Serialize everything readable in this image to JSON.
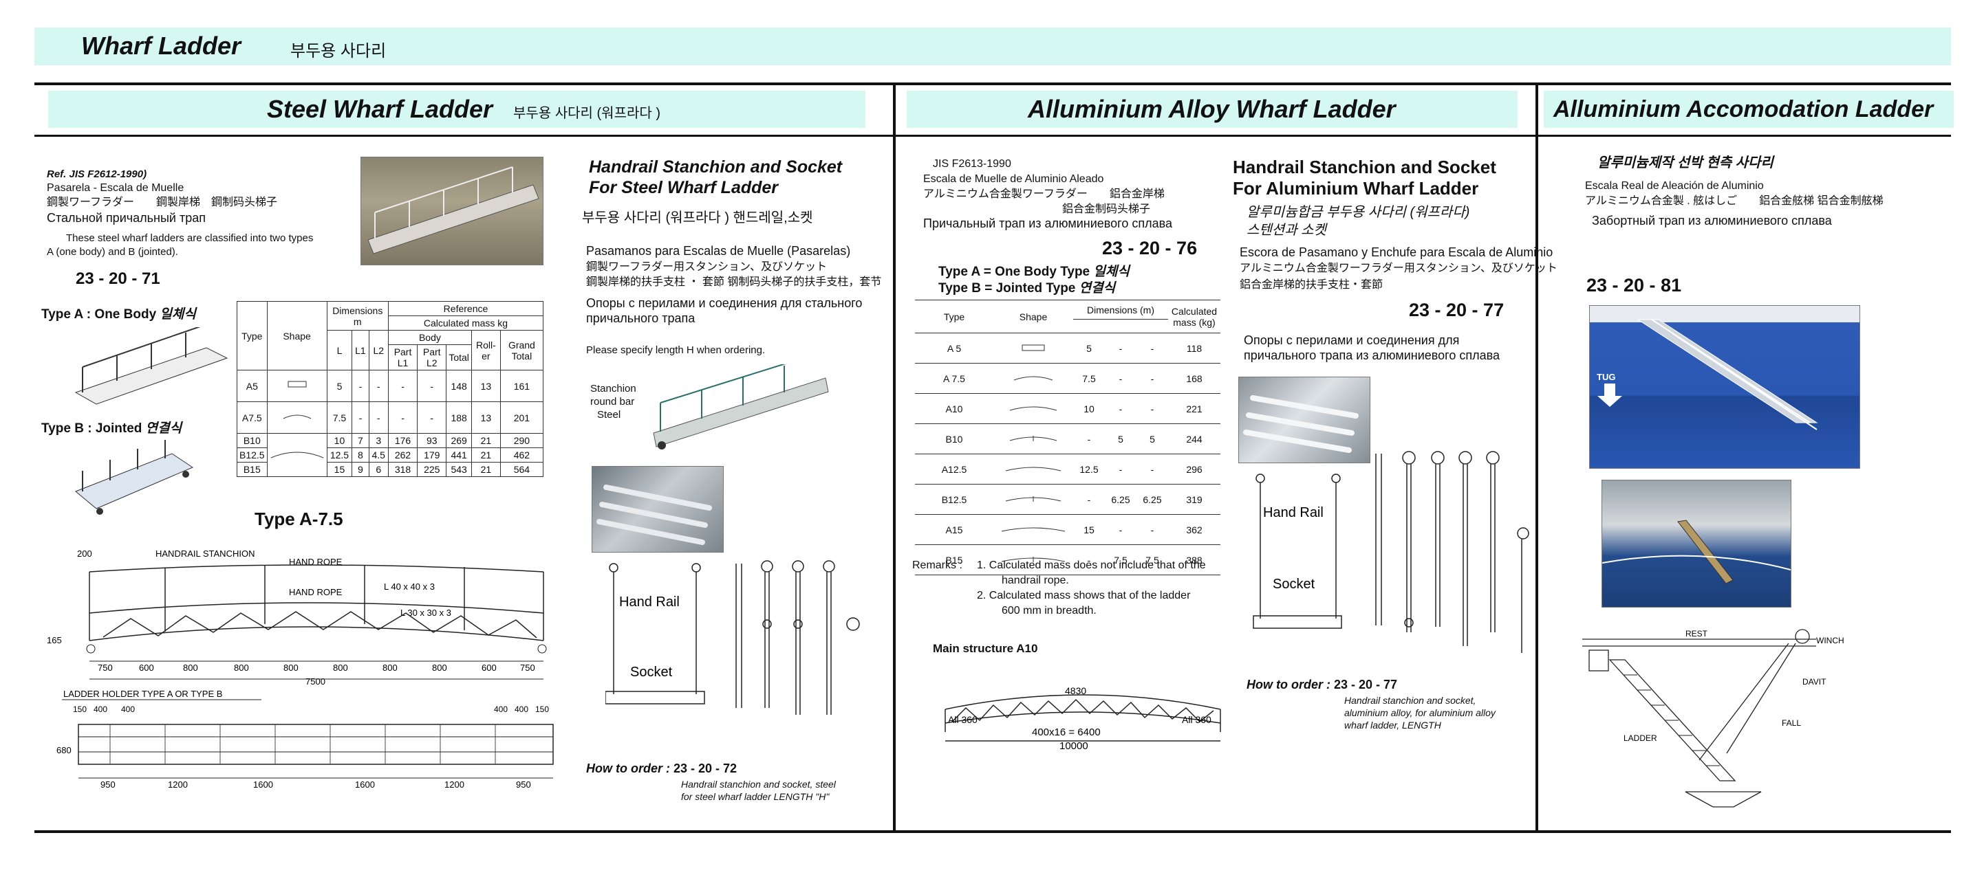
{
  "header": {
    "title": "Wharf Ladder",
    "title_ko": "부두용 사다리"
  },
  "steel": {
    "title": "Steel Wharf Ladder",
    "title_ko": "부두용 사다리 (워프라다 )",
    "ref": "Ref. JIS F2612-1990)",
    "es": "Pasarela - Escala de Muelle",
    "jp": "鋼製ワーフラダー　　鋼製岸梯　鋼制码头梯子",
    "ru": "Стальной причальный трап",
    "desc1": "These steel wharf ladders are classified into two types",
    "desc2": "A (one body) and B (jointed).",
    "code": "23 - 20 - 71",
    "typeA": "Type A : One Body",
    "typeA_ko": "일체식",
    "typeB": "Type B : Jointed",
    "typeB_ko": "연결식",
    "typeA75": "Type A-7.5",
    "table": {
      "h_type": "Type",
      "h_shape": "Shape",
      "h_dim": "Dimensions m",
      "h_ref": "Reference",
      "h_calc": "Calculated mass   kg",
      "h_body": "Body",
      "h_L": "L",
      "h_L1": "L1",
      "h_L2": "L2",
      "h_p1": "Part L1",
      "h_p2": "Part L2",
      "h_total": "Total",
      "h_roller": "Roll-er",
      "h_grand": "Grand Total",
      "rows": [
        [
          "A5",
          "5",
          "-",
          "-",
          "-",
          "-",
          "148",
          "13",
          "161"
        ],
        [
          "A7.5",
          "7.5",
          "-",
          "-",
          "-",
          "-",
          "188",
          "13",
          "201"
        ],
        [
          "B10",
          "10",
          "7",
          "3",
          "176",
          "93",
          "269",
          "21",
          "290"
        ],
        [
          "B12.5",
          "12.5",
          "8",
          "4.5",
          "262",
          "179",
          "441",
          "21",
          "462"
        ],
        [
          "B15",
          "15",
          "9",
          "6",
          "318",
          "225",
          "543",
          "21",
          "564"
        ]
      ]
    },
    "drawing": {
      "handrail": "HANDRAIL STANCHION",
      "rope1": "HAND ROPE",
      "rope2": "HAND ROPE",
      "angle1": "L 40 x 40 x 3",
      "angle2": "L 30 x 30 x 3",
      "d200": "200",
      "d165": "165",
      "spans": [
        "750",
        "600",
        "800",
        "800",
        "800",
        "800",
        "800",
        "800",
        "600",
        "750"
      ],
      "total": "7500",
      "holder": "LADDER HOLDER TYPE A OR TYPE B",
      "top_dims_l": [
        "150",
        "400",
        "400"
      ],
      "top_dims_r": [
        "400",
        "400",
        "150"
      ],
      "d680": "680",
      "bottom_dims": [
        "950",
        "1200",
        "1600",
        "1600",
        "1200",
        "950"
      ]
    },
    "stanchion": {
      "title1": "Handrail Stanchion  and Socket",
      "title2": "For Steel Wharf Ladder",
      "ko": "부두용 사다리  (워프라다 ) 핸드레일,소켓",
      "es": "Pasamanos para Escalas de Muelle (Pasarelas)",
      "jp1": "鋼製ワーフラダー用スタンション、及びソケット",
      "jp2": "鋼製岸梯的扶手支柱 ・ 套節  钢制码头梯子的扶手支柱，套节",
      "ru1": "Опоры с перилами и соединения для стального",
      "ru2": "причального трапа",
      "note": "Please specify length H when ordering.",
      "lbl1": "Stanchion",
      "lbl2": "round bar",
      "lbl3": "Steel",
      "handrail": "Hand Rail",
      "socket": "Socket",
      "order_label": "How to order :",
      "order_code": "23 - 20 - 72",
      "order1": "Handrail stanchion and socket, steel",
      "order2": "for steel wharf ladder LENGTH \"H\""
    }
  },
  "alu": {
    "title": "Alluminium Alloy Wharf Ladder",
    "jis": "JIS F2613-1990",
    "es": "Escala de Muelle de Aluminio Aleado",
    "jp1": "アルミニウム合金製ワーフラダー　　鋁合金岸梯",
    "jp2": "鋁合金制码头梯子",
    "ru": "Причальный трап из алюминиевого сплава",
    "code": "23 - 20 - 76",
    "typeA": "Type A = One Body Type",
    "typeA_ko": "일체식",
    "typeB": "Type B = Jointed Type",
    "typeB_ko": "연결식",
    "table": {
      "h_type": "Type",
      "h_shape": "Shape",
      "h_dim": "Dimensions (m)",
      "h_mass": "Calculated mass (kg)",
      "rows": [
        [
          "A 5",
          "5",
          "-",
          "-",
          "118"
        ],
        [
          "A 7.5",
          "7.5",
          "-",
          "-",
          "168"
        ],
        [
          "A10",
          "10",
          "-",
          "-",
          "221"
        ],
        [
          "B10",
          "-",
          "5",
          "5",
          "244"
        ],
        [
          "A12.5",
          "12.5",
          "-",
          "-",
          "296"
        ],
        [
          "B12.5",
          "-",
          "6.25",
          "6.25",
          "319"
        ],
        [
          "A15",
          "15",
          "-",
          "-",
          "362"
        ],
        [
          "B15",
          "-",
          "7.5",
          "7.5",
          "388"
        ]
      ]
    },
    "remarks_label": "Remarks :",
    "remark1a": "1.    Calculated mass does not include that of the",
    "remark1b": "handrail rope.",
    "remark2a": "2.    Calculated mass shows that of the ladder",
    "remark2b": "600 mm in breadth.",
    "main": "Main structure A10",
    "d4830": "4830",
    "dall1": "All 360",
    "dall2": "All 360",
    "d6400": "400x16 = 6400",
    "d10000": "10000",
    "stanchion": {
      "title1": "Handrail Stanchion and Socket",
      "title2": "For Aluminium Wharf Ladder",
      "ko1": "알루미늄합금 부두용 사다리 (워프라다)",
      "ko2": "스텐션과 소켓",
      "es": "Escora de Pasamano y Enchufe para Escala de Aluminio",
      "jp1": "アルミニウム合金製ワーフラダー用スタンション、及びソケット",
      "jp2": "鋁合金岸梯的扶手支柱・套節",
      "code": "23 - 20 - 77",
      "ru1": "Опоры с перилами и соединения для",
      "ru2": "причального трапа из алюминиевого сплава",
      "handrail": "Hand Rail",
      "socket": "Socket",
      "order_label": "How to order :",
      "order_code": "23 - 20 - 77",
      "order1": "Handrail stanchion and socket,",
      "order2": "aluminium alloy, for aluminium alloy",
      "order3": "wharf ladder, LENGTH"
    }
  },
  "accom": {
    "title": "Alluminium Accomodation Ladder",
    "ko": "알루미늄제작 선박 현측 사다리",
    "es": "Escala Real de Aleación de Aluminio",
    "jp": "アルミニウム合金製 . 舷はしご　　鋁合金舷梯  铝合金制舷梯",
    "ru": "Забортный трап из алюминиевого сплава",
    "code": "23 - 20 - 81",
    "tug": "TUG",
    "rest": "REST",
    "winch": "WINCH",
    "davit": "DAVIT",
    "fall": "FALL",
    "ladder": "LADDER"
  }
}
